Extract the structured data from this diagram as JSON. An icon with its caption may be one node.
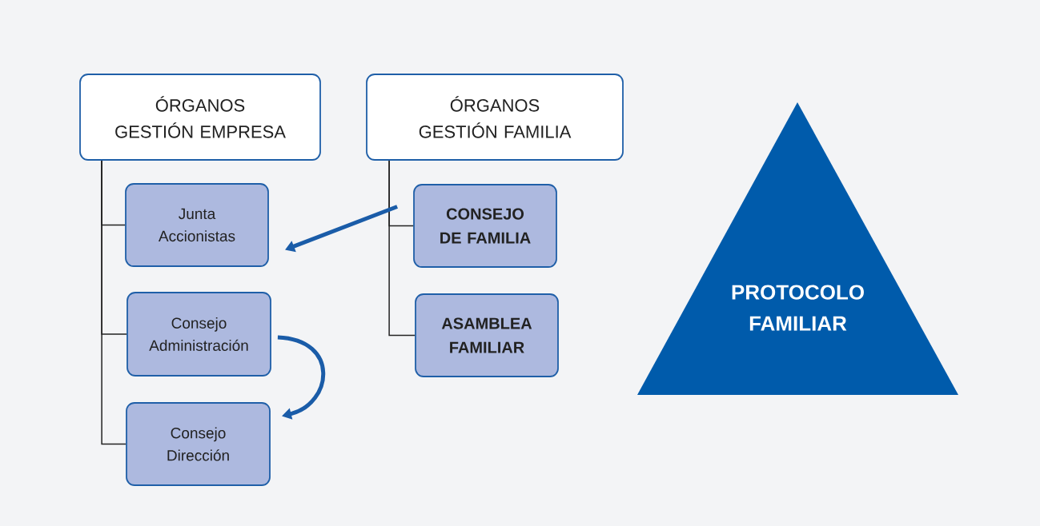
{
  "diagram": {
    "nodes": [
      {
        "text": [
          "ÓRGANOS GESTIÓN EMPRESA"
        ]
      },
      {
        "text": [
          "Junta Accionistas"
        ]
      },
      {
        "text": [
          "Consejo Administración"
        ]
      },
      {
        "text": [
          "Consejo Dirección"
        ]
      },
      {
        "text": [
          "ÓRGANOS GESTIÓN FAMILIA"
        ]
      },
      {
        "text": [
          "CONSEJO DE FAMILIA"
        ]
      },
      {
        "text": [
          "ASAMBLEA FAMILIAR"
        ]
      },
      {
        "text": [
          "PROTOCOLO FAMILIAR"
        ]
      }
    ],
    "edges": [
      {
        "from": 0,
        "to": 1,
        "arrow": "none"
      },
      {
        "from": 0,
        "to": 2,
        "arrow": "none"
      },
      {
        "from": 0,
        "to": 3,
        "arrow": "none"
      },
      {
        "from": 4,
        "to": 5,
        "arrow": "none"
      },
      {
        "from": 4,
        "to": 6,
        "arrow": "none"
      },
      {
        "from": 5,
        "to": 1,
        "arrow": "to",
        "style": "thick",
        "color": "#1a5ca8"
      },
      {
        "from": 2,
        "to": 3,
        "arrow": "to",
        "style": "thick",
        "color": "#1a5ca8"
      }
    ]
  }
}
